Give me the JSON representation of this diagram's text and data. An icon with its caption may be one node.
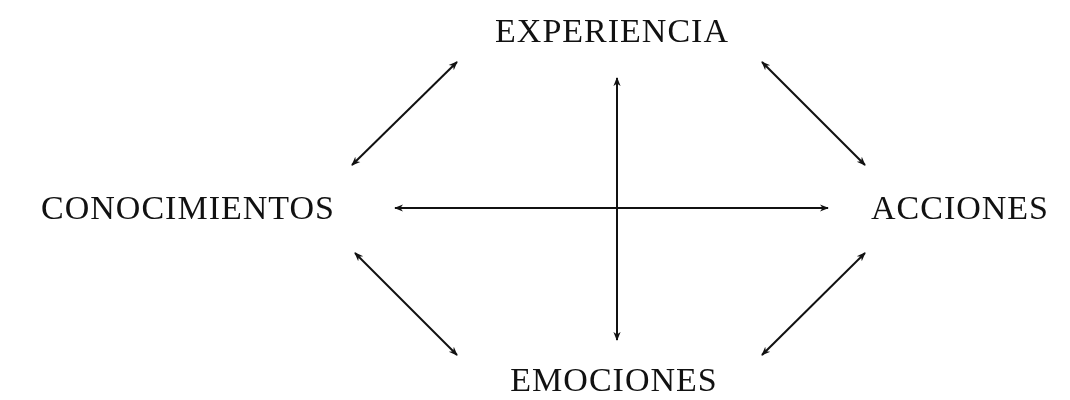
{
  "diagram": {
    "nodes": [
      {
        "text": [
          "EXPERIENCIA"
        ]
      },
      {
        "text": [
          "CONOCIMIENTOS"
        ]
      },
      {
        "text": [
          "ACCIONES"
        ]
      },
      {
        "text": [
          "EMOCIONES"
        ]
      }
    ],
    "edges": [
      {
        "from": 0,
        "to": 1,
        "arrow": "both"
      },
      {
        "from": 0,
        "to": 2,
        "arrow": "both"
      },
      {
        "from": 1,
        "to": 2,
        "arrow": "both"
      },
      {
        "from": 0,
        "to": 3,
        "arrow": "both"
      },
      {
        "from": 1,
        "to": 3,
        "arrow": "both"
      },
      {
        "from": 2,
        "to": 3,
        "arrow": "both"
      }
    ]
  }
}
